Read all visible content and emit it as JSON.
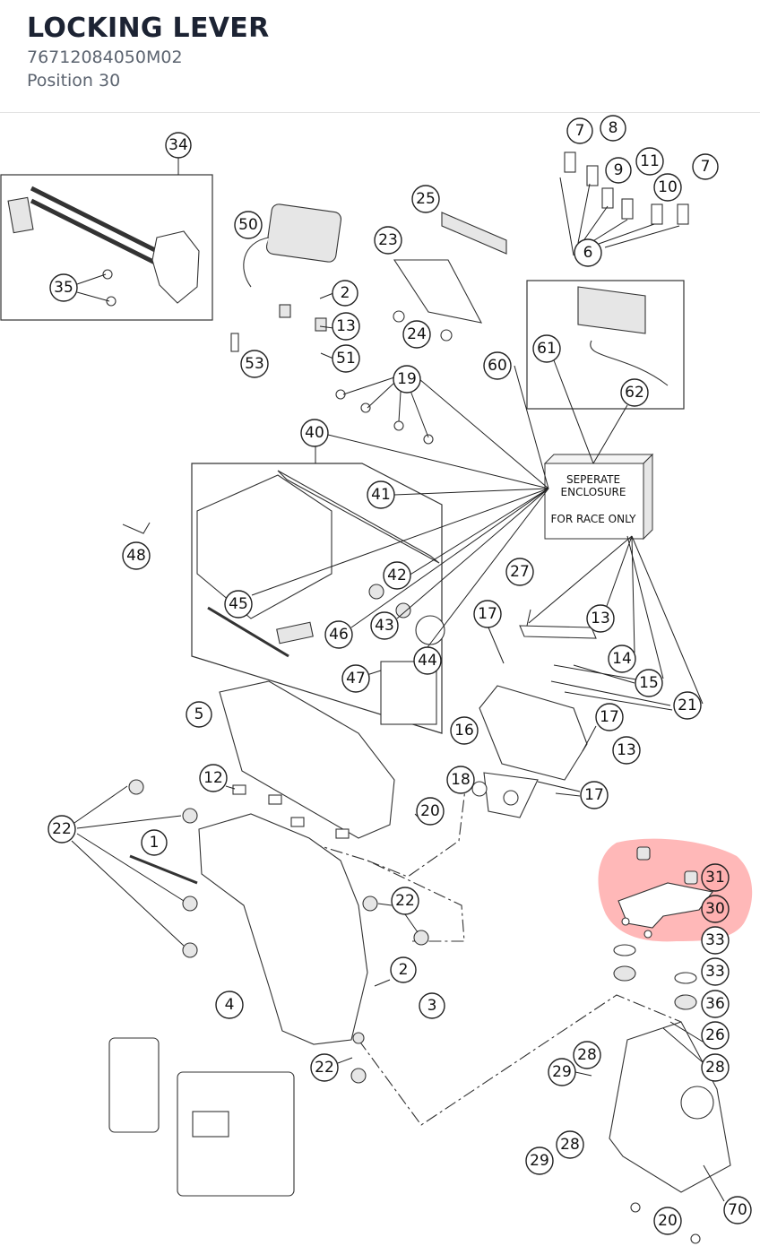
{
  "header": {
    "title": "LOCKING LEVER",
    "part_number": "76712084050M02",
    "position": "Position 30"
  },
  "highlight_color": "#ff9a9a",
  "enclosure": {
    "line1": "SEPERATE",
    "line2": "ENCLOSURE",
    "line3": "FOR RACE ONLY"
  },
  "callouts": {
    "c34": "34",
    "c35": "35",
    "c50": "50",
    "c2a": "2",
    "c13a": "13",
    "c51": "51",
    "c53": "53",
    "c25": "25",
    "c23": "23",
    "c24": "24",
    "c19": "19",
    "c7a": "7",
    "c8": "8",
    "c9": "9",
    "c11": "11",
    "c10": "10",
    "c7b": "7",
    "c6": "6",
    "c60": "60",
    "c61": "61",
    "c62": "62",
    "c40": "40",
    "c41": "41",
    "c42": "42",
    "c43": "43",
    "c44": "44",
    "c45": "45",
    "c46": "46",
    "c47": "47",
    "c48": "48",
    "c27": "27",
    "c13b": "13",
    "c14": "14",
    "c15": "15",
    "c21": "21",
    "c17a": "17",
    "c17b": "17",
    "c17c": "17",
    "c16": "16",
    "c13c": "13",
    "c18": "18",
    "c5": "5",
    "c12": "12",
    "c20a": "20",
    "c22a": "22",
    "c1": "1",
    "c22b": "22",
    "c2b": "2",
    "c3": "3",
    "c4": "4",
    "c22c": "22",
    "c31": "31",
    "c30": "30",
    "c33a": "33",
    "c33b": "33",
    "c36": "36",
    "c26": "26",
    "c28a": "28",
    "c29a": "29",
    "c28b": "28",
    "c28c": "28",
    "c29b": "29",
    "c20b": "20",
    "c70": "70"
  }
}
